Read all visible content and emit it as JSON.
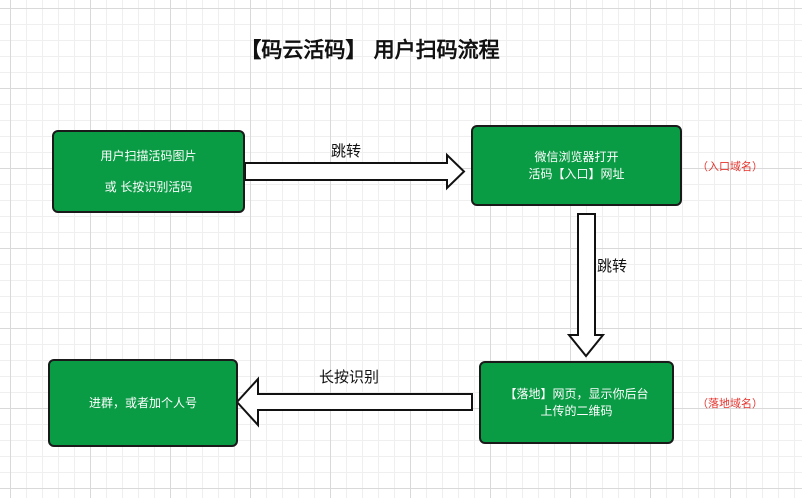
{
  "title": "【码云活码】 用户扫码流程",
  "boxes": {
    "scan": {
      "line1": "用户扫描活码图片",
      "line2": "或  长按识别活码"
    },
    "browser": {
      "line1": "微信浏览器打开",
      "line2": "活码【入口】网址"
    },
    "landing": {
      "line1": "【落地】网页，显示你后台",
      "line2": "上传的二维码"
    },
    "group": {
      "line1": "进群，或者加个人号"
    }
  },
  "arrow_labels": {
    "jump1": "跳转",
    "jump2": "跳转",
    "longpress": "长按识别"
  },
  "side_labels": {
    "entry": "（入口域名）",
    "landing": "（落地域名）"
  },
  "colors": {
    "box_fill": "#0a9b45",
    "side_label": "#e5322b"
  }
}
